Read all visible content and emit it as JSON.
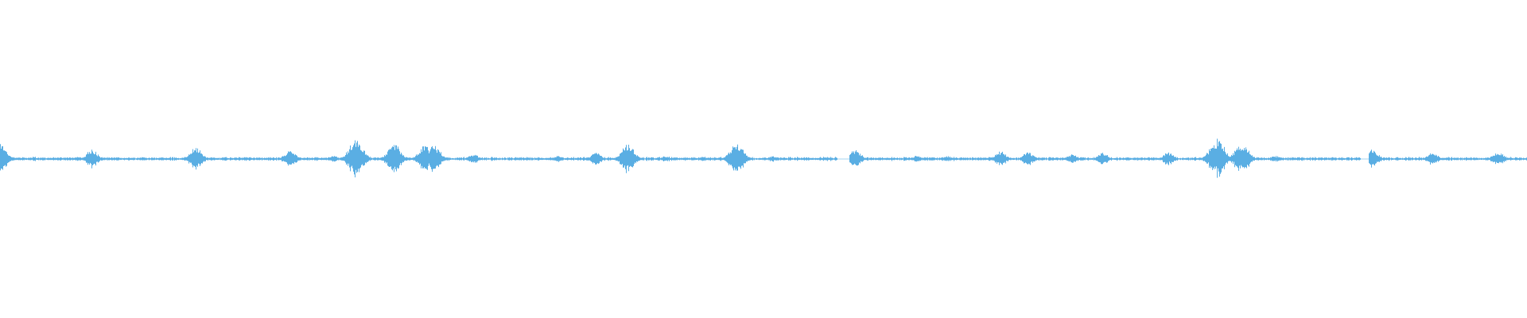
{
  "waveform": {
    "color": "#5aaee3",
    "background": "#ffffff",
    "baseline_amplitude": 0.01,
    "bursts": [
      {
        "t": 0.0,
        "a": 0.1
      },
      {
        "t": 0.05,
        "a": 0.012
      },
      {
        "t": 0.06,
        "a": 0.06
      },
      {
        "t": 0.093,
        "a": 0.012
      },
      {
        "t": 0.128,
        "a": 0.075
      },
      {
        "t": 0.16,
        "a": 0.012
      },
      {
        "t": 0.19,
        "a": 0.06
      },
      {
        "t": 0.218,
        "a": 0.02
      },
      {
        "t": 0.233,
        "a": 0.13
      },
      {
        "t": 0.258,
        "a": 0.095
      },
      {
        "t": 0.278,
        "a": 0.085
      },
      {
        "t": 0.284,
        "a": 0.09
      },
      {
        "t": 0.31,
        "a": 0.03
      },
      {
        "t": 0.365,
        "a": 0.02
      },
      {
        "t": 0.39,
        "a": 0.04
      },
      {
        "t": 0.411,
        "a": 0.095
      },
      {
        "t": 0.436,
        "a": 0.02
      },
      {
        "t": 0.46,
        "a": 0.012
      },
      {
        "t": 0.482,
        "a": 0.105
      },
      {
        "t": 0.506,
        "a": 0.02
      },
      {
        "t": 0.56,
        "a": 0.06
      },
      {
        "t": 0.6,
        "a": 0.02
      },
      {
        "t": 0.62,
        "a": 0.02
      },
      {
        "t": 0.655,
        "a": 0.05
      },
      {
        "t": 0.673,
        "a": 0.045
      },
      {
        "t": 0.702,
        "a": 0.03
      },
      {
        "t": 0.722,
        "a": 0.04
      },
      {
        "t": 0.765,
        "a": 0.045
      },
      {
        "t": 0.797,
        "a": 0.13
      },
      {
        "t": 0.813,
        "a": 0.105
      },
      {
        "t": 0.835,
        "a": 0.02
      },
      {
        "t": 0.898,
        "a": 0.07
      },
      {
        "t": 0.938,
        "a": 0.04
      },
      {
        "t": 0.981,
        "a": 0.05
      }
    ],
    "gaps": [
      {
        "from": 0.548,
        "to": 0.556
      },
      {
        "from": 0.891,
        "to": 0.896
      }
    ]
  }
}
